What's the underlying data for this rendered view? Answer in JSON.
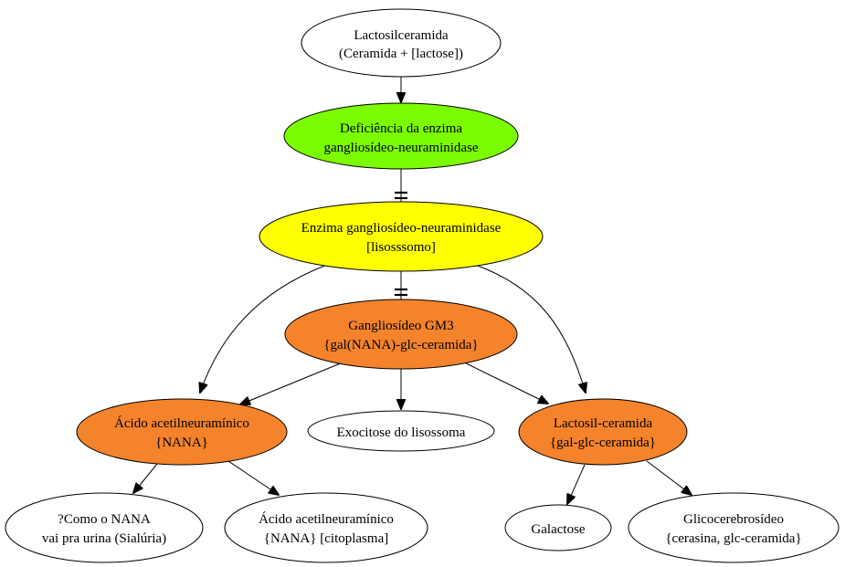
{
  "colors": {
    "white": "#ffffff",
    "green": "#7cfc00",
    "yellow": "#ffff00",
    "orange": "#f5832b",
    "line": "#000000"
  },
  "nodes": {
    "lactosilceramida": {
      "line1": "Lactosilceramida",
      "line2": "(Ceramida + [lactose])"
    },
    "deficiencia": {
      "line1": "Deficiência da enzima",
      "line2": "gangliosídeo-neuraminidase"
    },
    "enzima": {
      "line1": "Enzima gangliosídeo-neuraminidase",
      "line2": "[lisosssomo]"
    },
    "gm3": {
      "line1": "Gangliosídeo GM3",
      "line2": "{gal(NANA)-glc-ceramida}"
    },
    "nana": {
      "line1": "Ácido acetilneuramínico",
      "line2": "{NANA}"
    },
    "exocitose": {
      "line1": "Exocitose do lisossoma"
    },
    "lactosil_ceramida": {
      "line1": "Lactosil-ceramida",
      "line2": "{gal-glc-ceramida}"
    },
    "como_nana": {
      "line1": "?Como o NANA",
      "line2": "vai pra urina (Sialúria)"
    },
    "nana_citoplasma": {
      "line1": "Ácido acetilneuramínico",
      "line2": "{NANA} [citoplasma]"
    },
    "galactose": {
      "line1": "Galactose"
    },
    "glicocerebrosideo": {
      "line1": "Glicocerebrosídeo",
      "line2": "{cerasina, glc-ceramida}"
    }
  }
}
